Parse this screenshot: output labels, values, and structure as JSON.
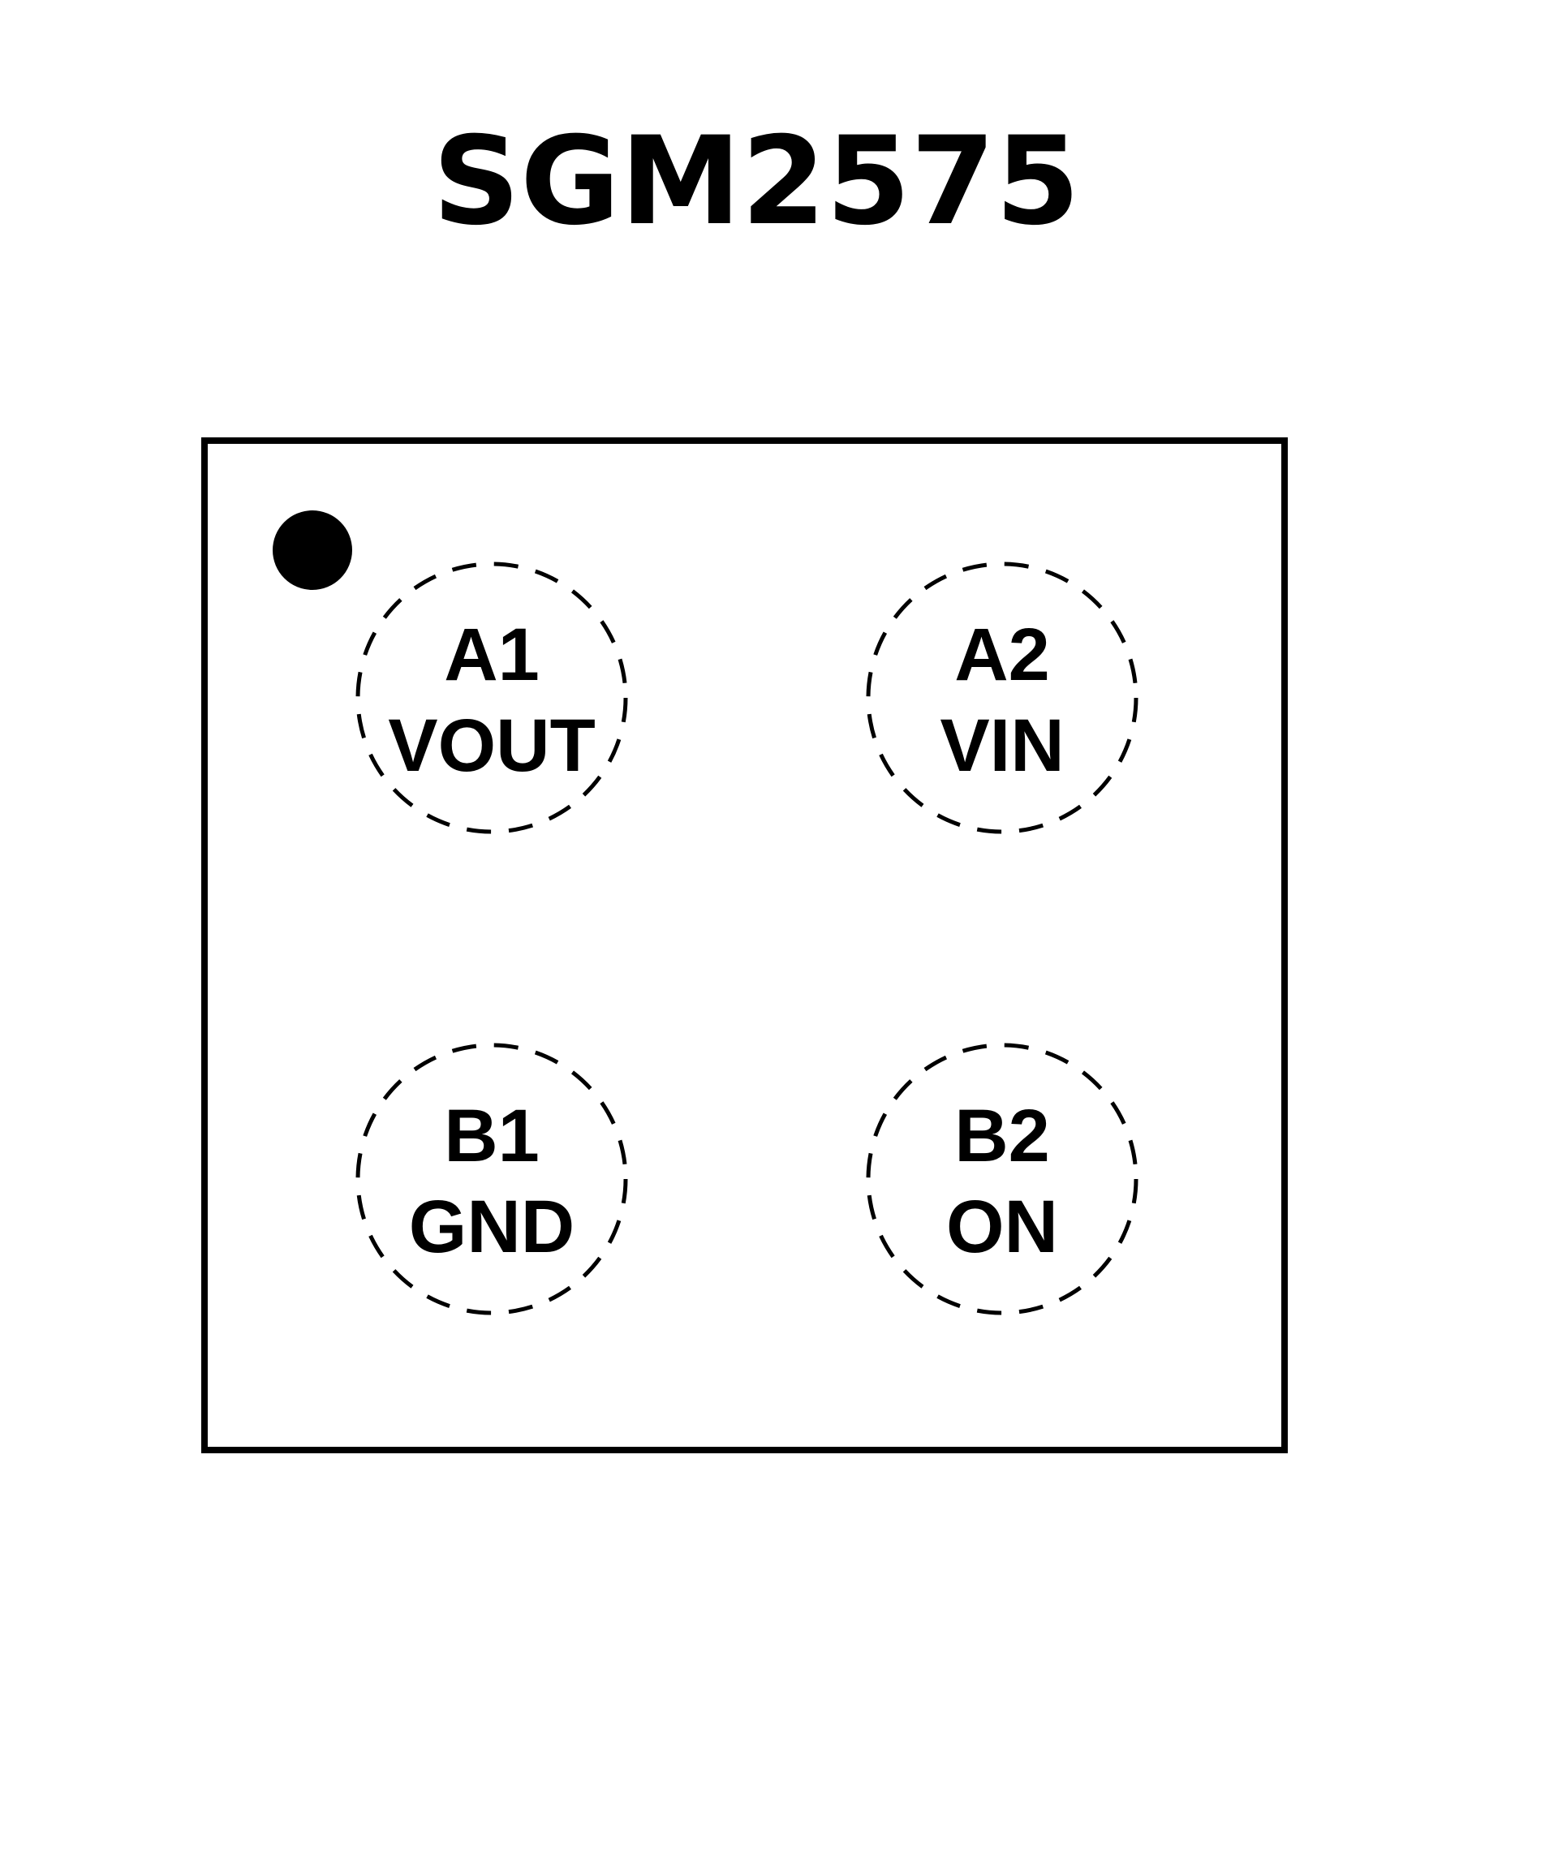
{
  "title": "SGM2575",
  "pins": [
    {
      "id": "A1",
      "name": "VOUT"
    },
    {
      "id": "A2",
      "name": "VIN"
    },
    {
      "id": "B1",
      "name": "GND"
    },
    {
      "id": "B2",
      "name": "ON"
    }
  ],
  "colors": {
    "line": "#000000",
    "background": "#ffffff"
  }
}
